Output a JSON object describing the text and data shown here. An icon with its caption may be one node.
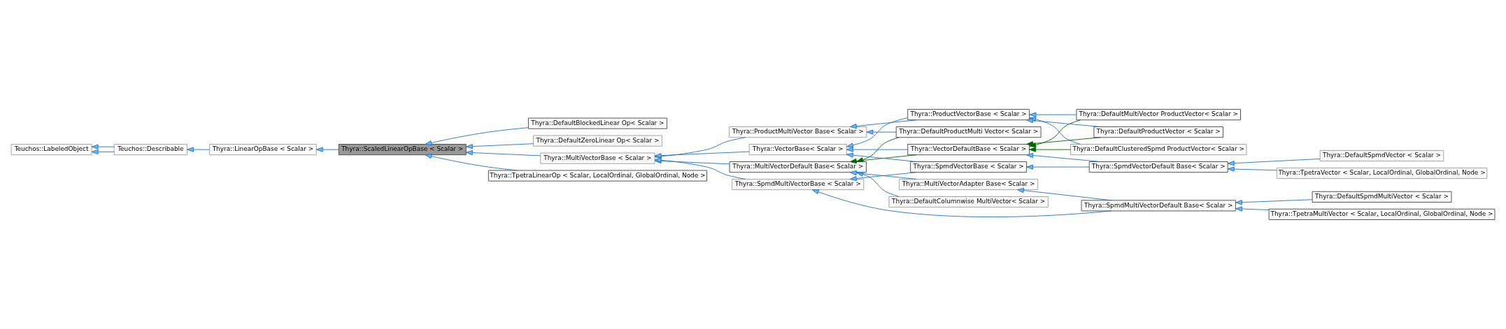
{
  "diagram": {
    "nodes": [
      {
        "text": [
          "Teuchos::LabeledObject"
        ]
      },
      {
        "text": [
          "Teuchos::Describable"
        ]
      },
      {
        "text": [
          "Thyra::LinearOpBase < Scalar >"
        ]
      },
      {
        "text": [
          "Thyra::ScaledLinearOpBase < Scalar >"
        ]
      },
      {
        "text": [
          "Thyra::DefaultBlockedLinear Op< Scalar >"
        ]
      },
      {
        "text": [
          "Thyra::DefaultZeroLinear Op< Scalar >"
        ]
      },
      {
        "text": [
          "Thyra::MultiVectorBase < Scalar >"
        ]
      },
      {
        "text": [
          "Thyra::TpetraLinearOp < Scalar, LocalOrdinal, GlobalOrdinal, Node >"
        ]
      },
      {
        "text": [
          "Thyra::ProductMultiVector Base< Scalar >"
        ]
      },
      {
        "text": [
          "Thyra::MultiVectorDefault Base< Scalar >"
        ]
      },
      {
        "text": [
          "Thyra::VectorBase< Scalar >"
        ]
      },
      {
        "text": [
          "Thyra::SpmdMultiVectorBase < Scalar >"
        ]
      },
      {
        "text": [
          "Thyra::DefaultProductMulti Vector< Scalar >"
        ]
      },
      {
        "text": [
          "Thyra::DefaultColumnwise MultiVector< Scalar >"
        ]
      },
      {
        "text": [
          "Thyra::ProductVectorBase < Scalar >"
        ]
      },
      {
        "text": [
          "Thyra::VectorDefaultBase < Scalar >"
        ]
      },
      {
        "text": [
          "Thyra::MultiVectorAdapter Base< Scalar >"
        ]
      },
      {
        "text": [
          "Thyra::SpmdVectorBase < Scalar >"
        ]
      },
      {
        "text": [
          "Thyra::DefaultClusteredSpmd ProductVector< Scalar >"
        ]
      },
      {
        "text": [
          "Thyra::DefaultMultiVector ProductVector< Scalar >"
        ]
      },
      {
        "text": [
          "Thyra::DefaultProductVector < Scalar >"
        ]
      },
      {
        "text": [
          "Thyra::SpmdVectorDefault Base< Scalar >"
        ]
      },
      {
        "text": [
          "Thyra::SpmdMultiVectorDefault Base< Scalar >"
        ]
      },
      {
        "text": [
          "Thyra::DefaultSpmdVector < Scalar >"
        ]
      },
      {
        "text": [
          "Thyra::TpetraVector < Scalar, LocalOrdinal, GlobalOrdinal, Node >"
        ]
      },
      {
        "text": [
          "Thyra::DefaultSpmdMultiVector < Scalar >"
        ]
      },
      {
        "text": [
          "Thyra::TpetraMultiVector < Scalar, LocalOrdinal, GlobalOrdinal, Node >"
        ]
      }
    ],
    "edges": [
      {
        "from": 1,
        "to": 0,
        "arrow": "to"
      },
      {
        "from": 1,
        "to": 0,
        "arrow": "to"
      },
      {
        "from": 2,
        "to": 1,
        "arrow": "to"
      },
      {
        "from": 3,
        "to": 2,
        "arrow": "to"
      },
      {
        "from": 4,
        "to": 3,
        "arrow": "to"
      },
      {
        "from": 5,
        "to": 3,
        "arrow": "to"
      },
      {
        "from": 6,
        "to": 3,
        "arrow": "to"
      },
      {
        "from": 7,
        "to": 3,
        "arrow": "to"
      },
      {
        "from": 8,
        "to": 6,
        "arrow": "to"
      },
      {
        "from": 9,
        "to": 6,
        "arrow": "to"
      },
      {
        "from": 10,
        "to": 6,
        "arrow": "to"
      },
      {
        "from": 11,
        "to": 6,
        "arrow": "to"
      },
      {
        "from": 12,
        "to": 8,
        "arrow": "to"
      },
      {
        "from": 12,
        "to": 9,
        "arrow": "to",
        "color": "#006400"
      },
      {
        "from": 13,
        "to": 9,
        "arrow": "to"
      },
      {
        "from": 14,
        "to": 8,
        "arrow": "to"
      },
      {
        "from": 14,
        "to": 10,
        "arrow": "to"
      },
      {
        "from": 15,
        "to": 9,
        "arrow": "to",
        "color": "#006400"
      },
      {
        "from": 15,
        "to": 10,
        "arrow": "to"
      },
      {
        "from": 16,
        "to": 9,
        "arrow": "to"
      },
      {
        "from": 17,
        "to": 10,
        "arrow": "to"
      },
      {
        "from": 17,
        "to": 11,
        "arrow": "to"
      },
      {
        "from": 18,
        "to": 14,
        "arrow": "to"
      },
      {
        "from": 18,
        "to": 15,
        "arrow": "to",
        "color": "#006400"
      },
      {
        "from": 19,
        "to": 14,
        "arrow": "to"
      },
      {
        "from": 19,
        "to": 15,
        "arrow": "to",
        "color": "#006400"
      },
      {
        "from": 20,
        "to": 14,
        "arrow": "to"
      },
      {
        "from": 20,
        "to": 15,
        "arrow": "to",
        "color": "#006400"
      },
      {
        "from": 21,
        "to": 15,
        "arrow": "to"
      },
      {
        "from": 21,
        "to": 17,
        "arrow": "to"
      },
      {
        "from": 22,
        "to": 11,
        "arrow": "to"
      },
      {
        "from": 22,
        "to": 16,
        "arrow": "to"
      },
      {
        "from": 23,
        "to": 21,
        "arrow": "to"
      },
      {
        "from": 24,
        "to": 21,
        "arrow": "to"
      },
      {
        "from": 25,
        "to": 22,
        "arrow": "to"
      },
      {
        "from": 26,
        "to": 22,
        "arrow": "to"
      }
    ]
  }
}
